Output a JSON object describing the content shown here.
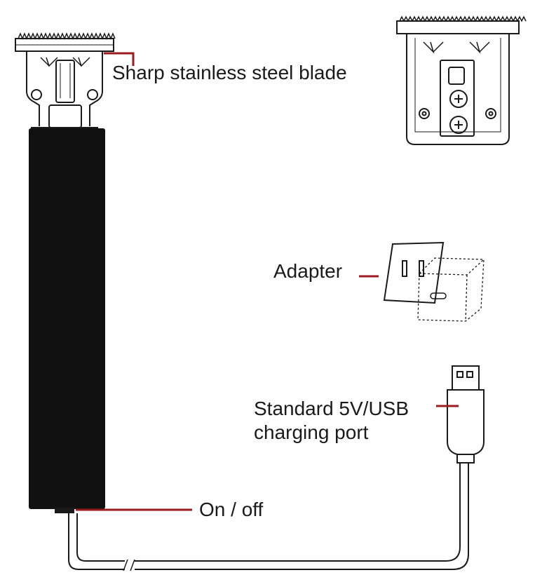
{
  "labels": {
    "blade": "Sharp stainless steel blade",
    "adapter": "Adapter",
    "usb_line1": "Standard 5V/USB",
    "usb_line2": "charging port",
    "power": "On / off"
  },
  "colors": {
    "leader": "#9b1b1f",
    "outline": "#1a1a1a",
    "body": "#111111",
    "background": "#ffffff"
  }
}
